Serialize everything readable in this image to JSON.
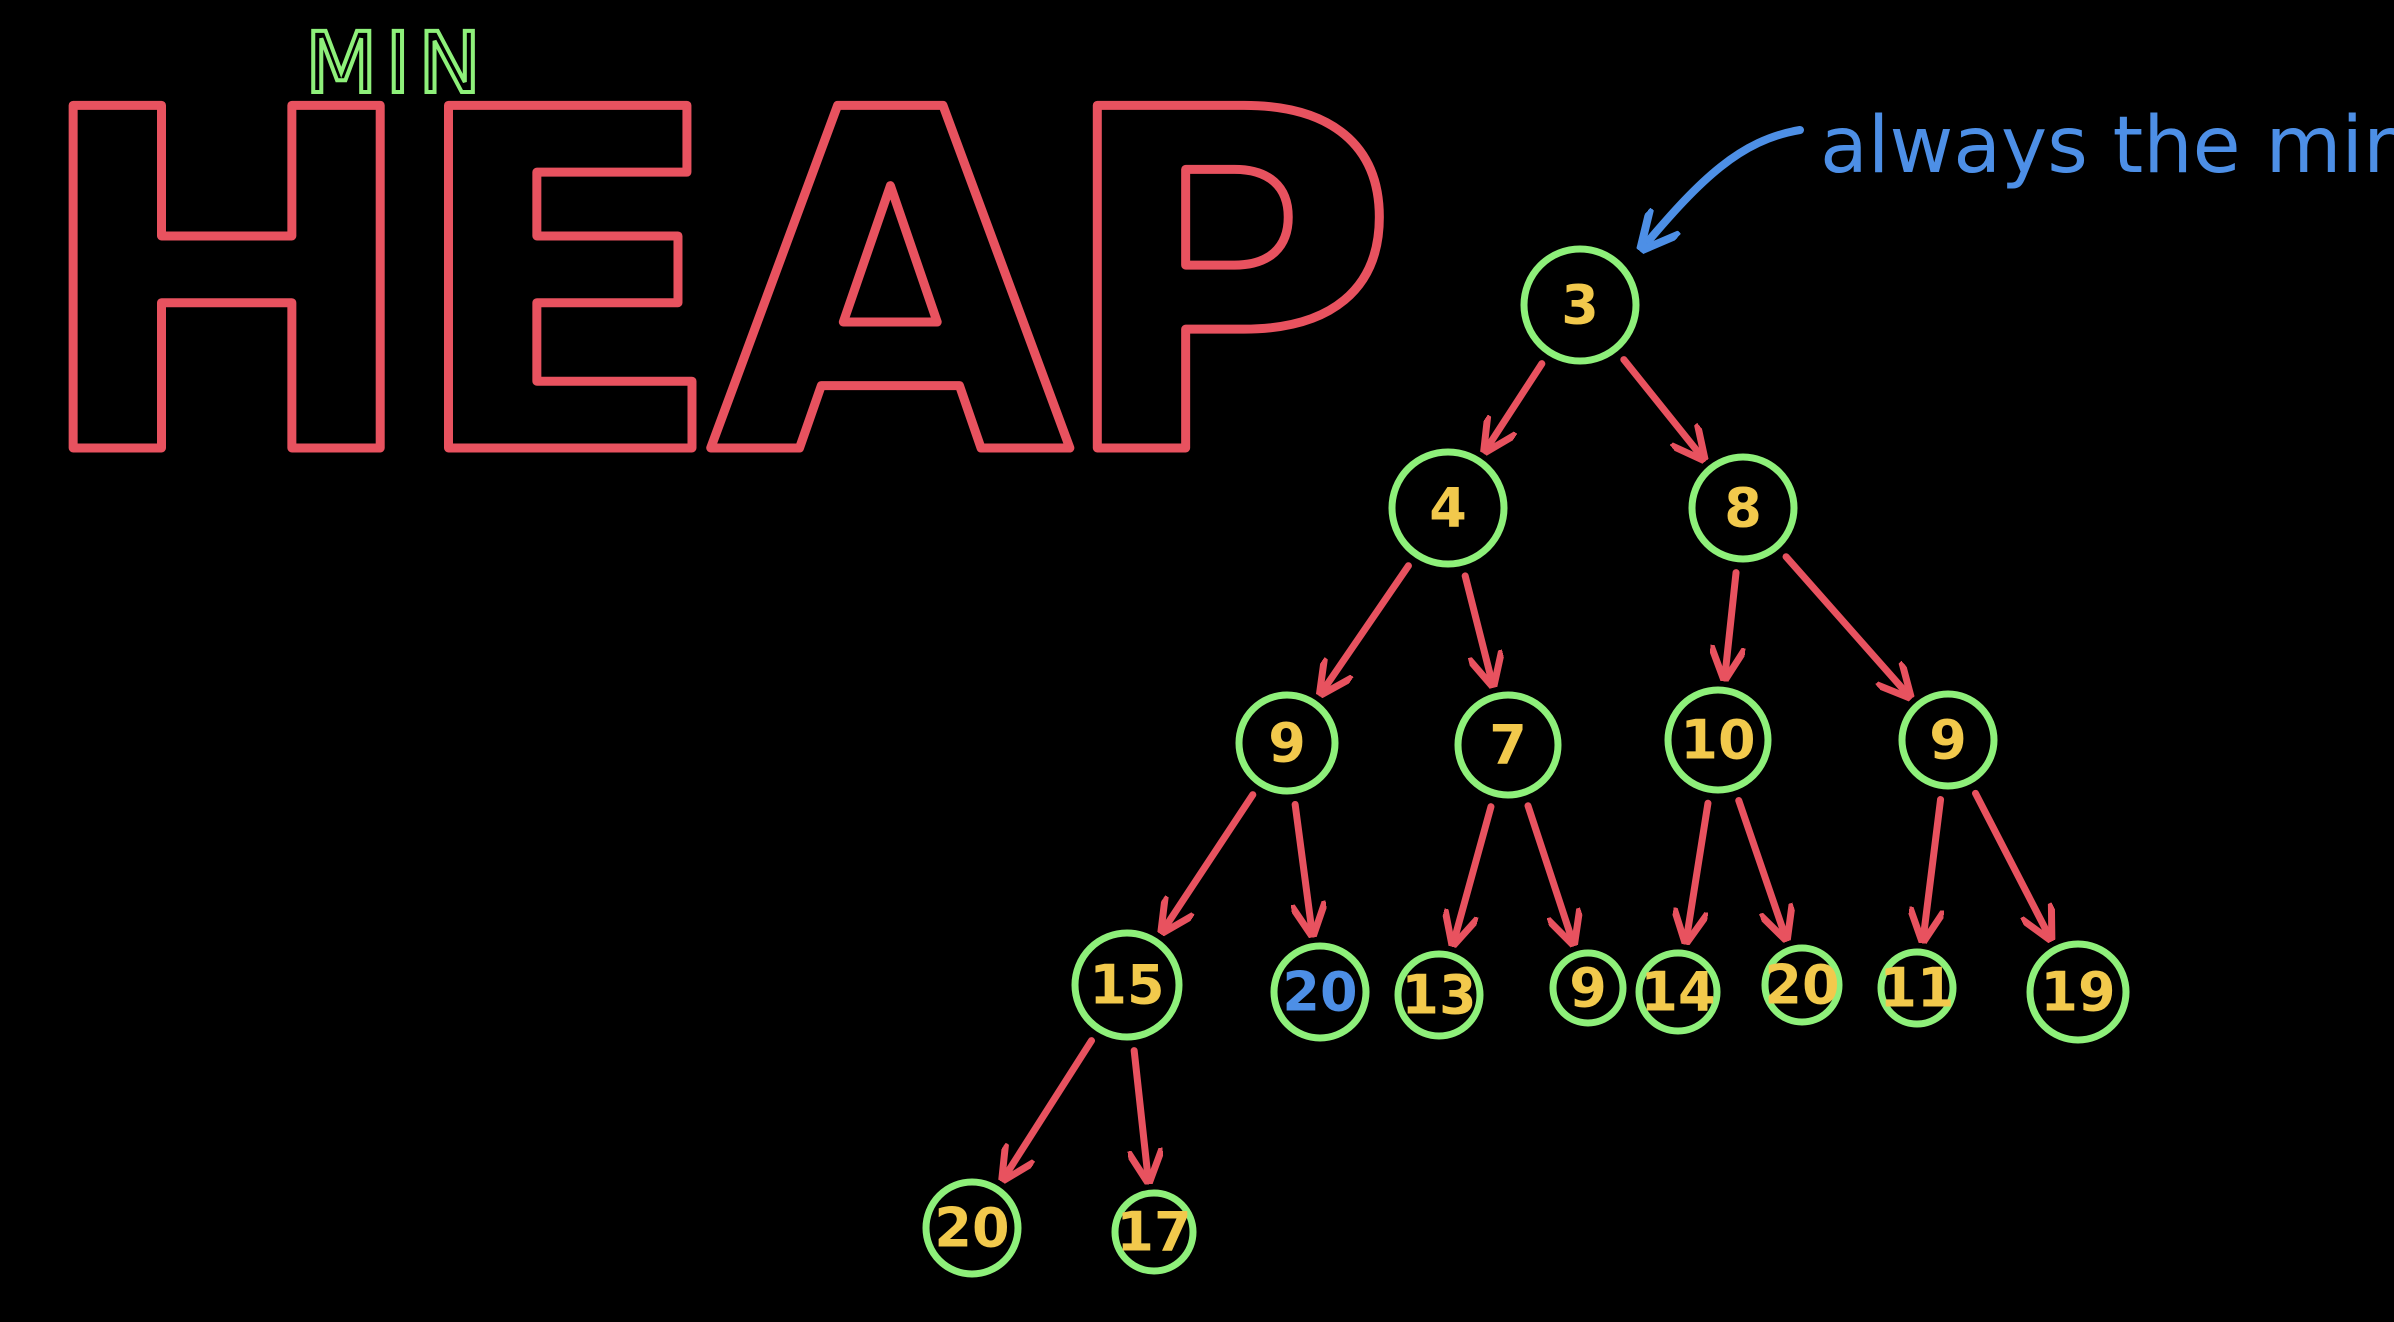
{
  "title": {
    "small": "MIN",
    "large": "HEAP"
  },
  "annotation": {
    "text": "always the min"
  },
  "colors": {
    "background": "#000000",
    "title_small": "#8ef07a",
    "title_large": "#e8525f",
    "annotation": "#4d8fe6",
    "node_ring": "#8ef07a",
    "node_text": "#f2c94c",
    "node_text_highlight": "#4d8fe6",
    "edge": "#e8525f"
  },
  "tree": {
    "nodes": [
      {
        "id": "n1",
        "value": "3",
        "parent": null
      },
      {
        "id": "n2",
        "value": "4",
        "parent": "n1"
      },
      {
        "id": "n3",
        "value": "8",
        "parent": "n1"
      },
      {
        "id": "n4",
        "value": "9",
        "parent": "n2"
      },
      {
        "id": "n5",
        "value": "7",
        "parent": "n2"
      },
      {
        "id": "n6",
        "value": "10",
        "parent": "n3"
      },
      {
        "id": "n7",
        "value": "9",
        "parent": "n3"
      },
      {
        "id": "n8",
        "value": "15",
        "parent": "n4"
      },
      {
        "id": "n9",
        "value": "20",
        "parent": "n4",
        "highlight": true
      },
      {
        "id": "n10",
        "value": "13",
        "parent": "n5"
      },
      {
        "id": "n11",
        "value": "9",
        "parent": "n5"
      },
      {
        "id": "n12",
        "value": "14",
        "parent": "n6"
      },
      {
        "id": "n13",
        "value": "20",
        "parent": "n6"
      },
      {
        "id": "n14",
        "value": "11",
        "parent": "n7"
      },
      {
        "id": "n15",
        "value": "19",
        "parent": "n7"
      },
      {
        "id": "n16",
        "value": "20",
        "parent": "n8"
      },
      {
        "id": "n17",
        "value": "17",
        "parent": "n8"
      }
    ]
  }
}
